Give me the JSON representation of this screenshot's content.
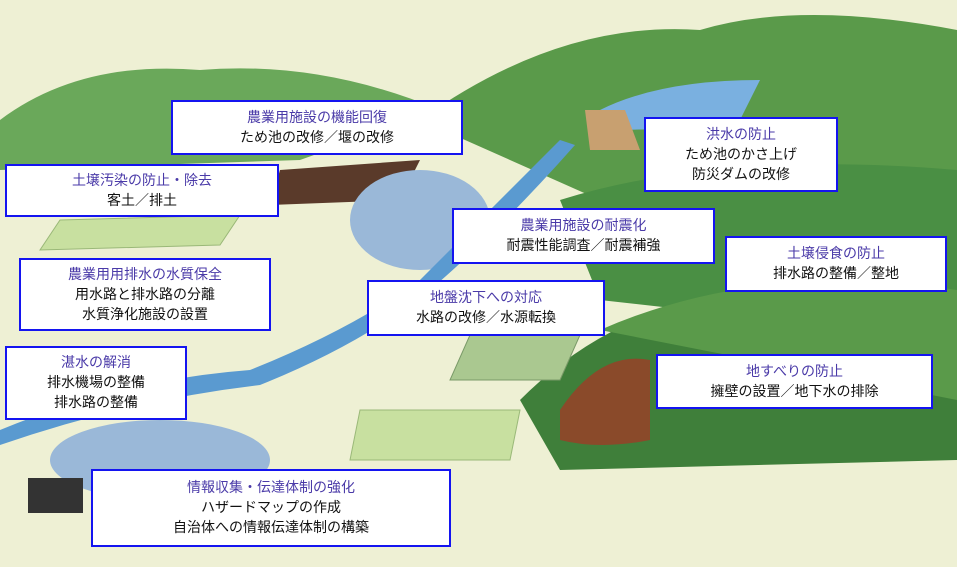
{
  "colors": {
    "border": "#1414f0",
    "title": "#4a3aa8",
    "hill": "#5a9a4a",
    "hill_dark": "#3f7f3a",
    "ground": "#eef0d4",
    "water": "#5a9ad0",
    "field": "#c8e0a0"
  },
  "labels": [
    {
      "title": "農業用施設の機能回復",
      "lines": [
        "ため池の改修／堰の改修"
      ]
    },
    {
      "title": "土壌汚染の防止・除去",
      "lines": [
        "客土／排土"
      ]
    },
    {
      "title": "農業用用排水の水質保全",
      "lines": [
        "用水路と排水路の分離",
        "水質浄化施設の設置"
      ]
    },
    {
      "title": "湛水の解消",
      "lines": [
        "排水機場の整備",
        "排水路の整備"
      ]
    },
    {
      "title": "情報収集・伝達体制の強化",
      "lines": [
        "ハザードマップの作成",
        "自治体への情報伝達体制の構築"
      ]
    },
    {
      "title": "洪水の防止",
      "lines": [
        "ため池のかさ上げ",
        "防災ダムの改修"
      ]
    },
    {
      "title": "農業用施設の耐震化",
      "lines": [
        "耐震性能調査／耐震補強"
      ]
    },
    {
      "title": "土壌侵食の防止",
      "lines": [
        "排水路の整備／整地"
      ]
    },
    {
      "title": "地盤沈下への対応",
      "lines": [
        "水路の改修／水源転換"
      ]
    },
    {
      "title": "地すべりの防止",
      "lines": [
        "擁壁の設置／地下水の排除"
      ]
    }
  ]
}
